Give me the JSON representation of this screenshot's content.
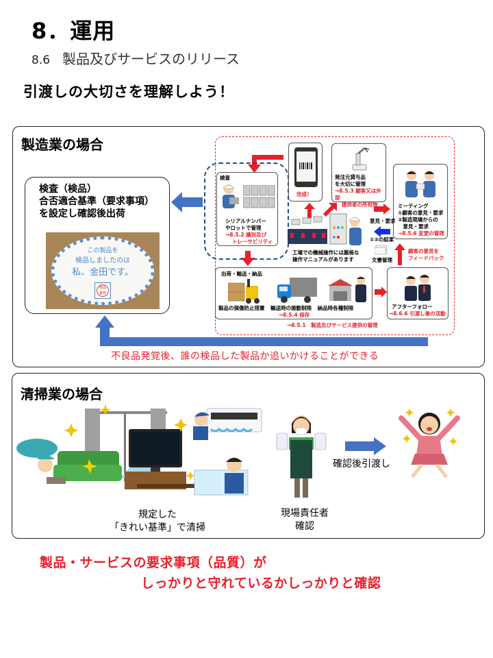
{
  "header": {
    "title": "8．運用",
    "section_number": "8.6",
    "section_title": "製品及びサービスのリリース",
    "lead": "引渡しの大切さを理解しよう！"
  },
  "manufacturing": {
    "title": "製造業の場合",
    "inspection_box": {
      "lines": [
        "検査（検品）",
        "合否適合基準（要求事項）",
        "を設定し確認後出荷"
      ],
      "sticker": {
        "lines": [
          "この製品を",
          "検品しましたのは",
          "私、金田です。"
        ],
        "stamp": [
          "検品",
          "金田"
        ]
      }
    },
    "inspection_card": {
      "label": "検査",
      "lines": [
        "シリアルナンバー",
        "やロットで管理"
      ],
      "ref": [
        "→8.5.2 識別及び",
        "トレーサビリティ"
      ]
    },
    "complete_card": {
      "label": "完成！"
    },
    "customer_property_card": {
      "lines": [
        "発注元貸与品",
        "を大切に管理"
      ],
      "ref": [
        "→8.5.3 顧客又は外部",
        "提供者の所有物"
      ]
    },
    "meeting_card": {
      "lines": [
        "ミーティング",
        "①顧客の意見・要求",
        "②製造現場からの",
        "　意見・要求"
      ],
      "ref": "→8.5.6 変更の管理"
    },
    "factory_caption": [
      "工場での機械操作には厳格な",
      "操作マニュアルがあります"
    ],
    "opinion_label": "意見・要求",
    "result_label": "①②の結果",
    "document_label": "文書管理",
    "feedback_label": [
      "顧客の意見を",
      "フィードバック"
    ],
    "shipping_card": {
      "label": "出荷・輸送・納品",
      "items": [
        "製品の損傷防止措置",
        "輸送時の振動制限",
        "納品時各種制限"
      ],
      "ref": "→8.5.4 保存"
    },
    "after_follow_card": {
      "label": "アフターフォロー",
      "ref": "→8.6.6 引渡し後の活動"
    },
    "area_ref": "→8.5.1　製造及びサービス提供の管理",
    "caption": "不良品発覚後、誰の検品した製品か追いかけることができる"
  },
  "cleaning": {
    "title": "清掃業の場合",
    "clean_caption": [
      "規定した",
      "「きれい基準」で清掃"
    ],
    "manager_caption": [
      "現場責任者",
      "確認"
    ],
    "handover_caption": "確認後引渡し"
  },
  "conclusion": {
    "line1": "製品・サービスの要求事項（品質）が",
    "line2": "しっかりと守れているかしっかりと確認"
  },
  "colors": {
    "accent_blue": "#4472c4",
    "accent_red": "#e8202a",
    "dash_blue": "#1f4e8f"
  }
}
